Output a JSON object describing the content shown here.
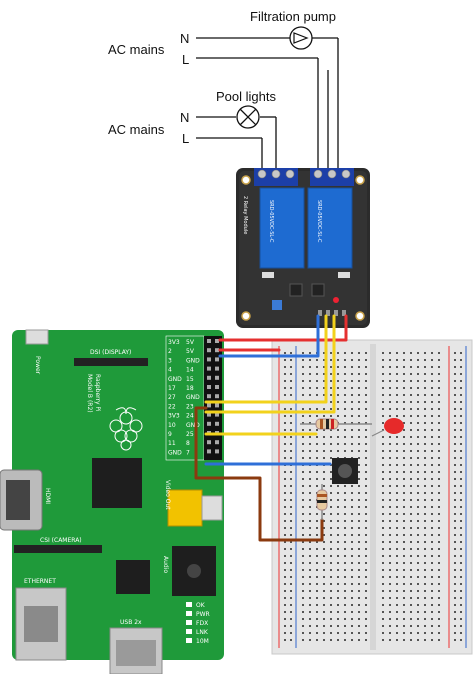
{
  "labels": {
    "filtration_pump": "Filtration pump",
    "pool_lights": "Pool lights",
    "ac_mains_top": "AC mains",
    "ac_mains_bottom": "AC mains",
    "n_top": "N",
    "l_top": "L",
    "n_bottom": "N",
    "l_bottom": "L"
  },
  "pi_board": {
    "power": "Power",
    "dsi": "DSI (DISPLAY)",
    "model_line1": "Raspberry Pi",
    "model_line2": "Model B (R2)",
    "hdmi": "HDMI",
    "csi": "CSI (CAMERA)",
    "ethernet": "ETHERNET",
    "usb": "USB 2x",
    "audio": "Audio",
    "video": "Video Out",
    "status_leds": [
      "OK",
      "PWR",
      "FDX",
      "LNK",
      "10M"
    ],
    "gpio_left": [
      "3V3",
      "2",
      "3",
      "4",
      "GND",
      "17",
      "27",
      "22",
      "3V3",
      "10",
      "9",
      "11",
      "GND"
    ],
    "gpio_right": [
      "5V",
      "5V",
      "GND",
      "14",
      "15",
      "18",
      "GND",
      "23",
      "24",
      "GND",
      "25",
      "8",
      "7"
    ]
  },
  "relay_module": {
    "title": "2 Relay Module",
    "relay_text": "SRD-05VDC-SL-C"
  },
  "colors": {
    "pi_green": "#1f9a3a",
    "relay_blue": "#1e6bd1",
    "wire_red": "#e53030",
    "wire_yellow": "#f2d21c",
    "wire_blue": "#2e6fd8",
    "wire_brown": "#8b3a0f"
  }
}
